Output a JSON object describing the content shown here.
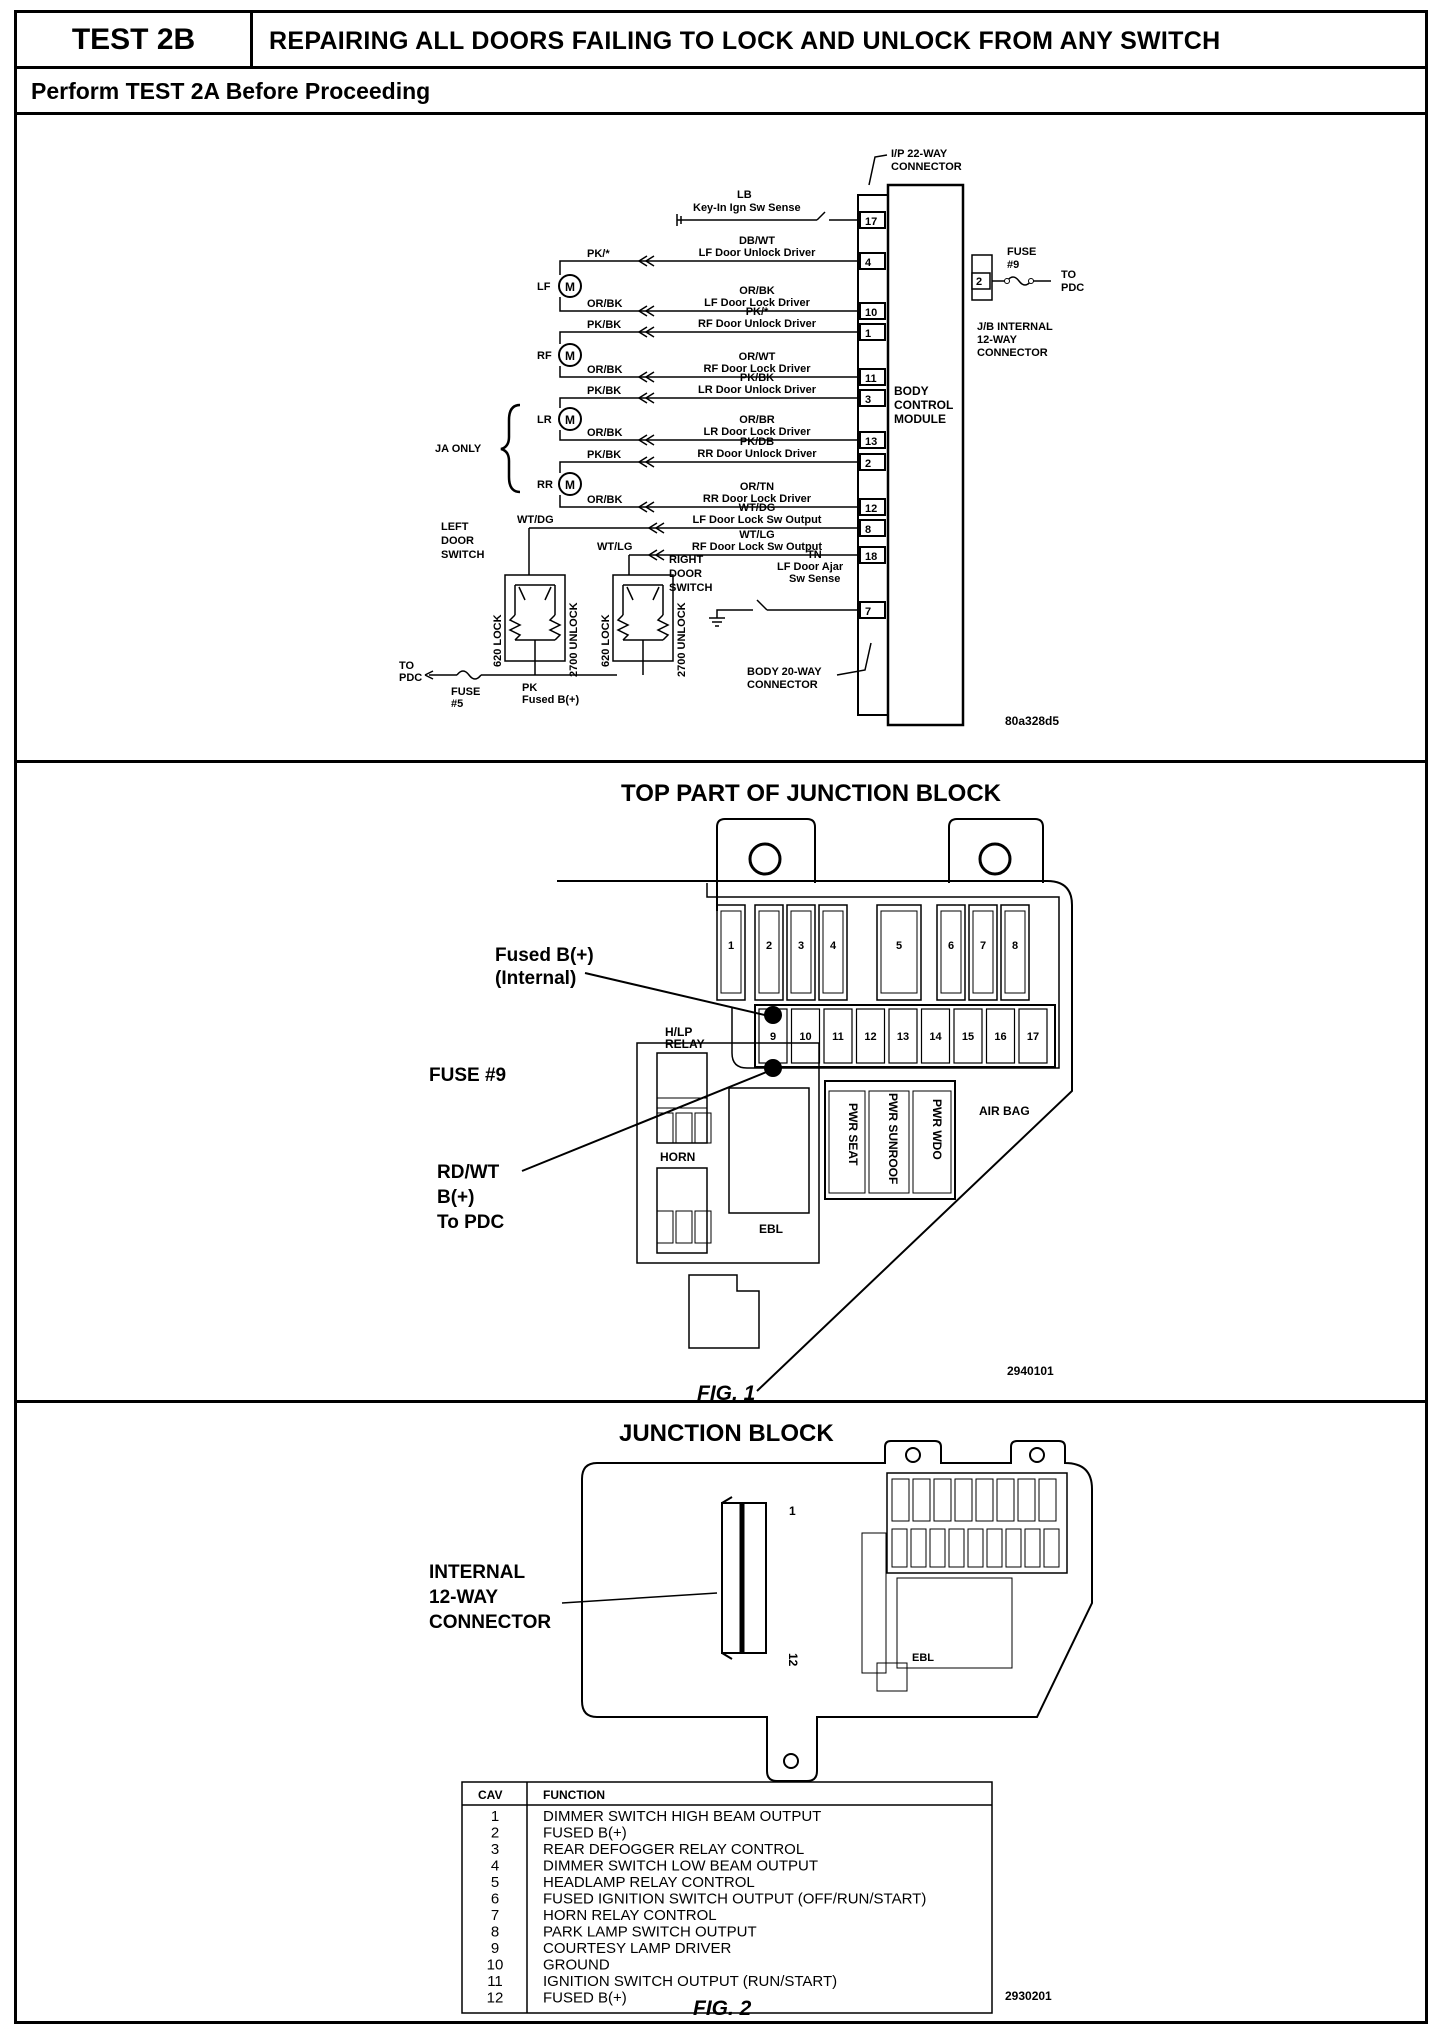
{
  "header": {
    "test_label": "TEST 2B",
    "title": "REPAIRING ALL DOORS FAILING TO LOCK AND UNLOCK FROM ANY SWITCH",
    "subtitle": "Perform TEST 2A Before Proceeding"
  },
  "schematic": {
    "ip_connector": "I/P 22-WAY\nCONNECTOR",
    "body_connector": "BODY 20-WAY\nCONNECTOR",
    "bcm_label": "BODY\nCONTROL\nMODULE",
    "jb_fuse": "FUSE\n#9",
    "jb_to_pdc": "TO\nPDC",
    "jb_internal": "J/B INTERNAL\n12-WAY\nCONNECTOR",
    "jb_pin": "2",
    "ja_only": "JA ONLY",
    "left_door_switch": "LEFT\nDOOR\nSWITCH",
    "right_door_switch": "RIGHT\nDOOR\nSWITCH",
    "sw_lock": "620 LOCK",
    "sw_unlock": "2700 UNLOCK",
    "to_pdc": "TO\nPDC",
    "fuse5": "FUSE\n#5",
    "pk_fused": "PK\nFused B(+)",
    "figure_id": "80a328d5",
    "motors": [
      "LF",
      "RF",
      "LR",
      "RR"
    ],
    "motor_symbol": "M",
    "key_in": {
      "wire": "LB",
      "label": "Key-In Ign Sw Sense",
      "pin": "17"
    },
    "door_ajar": {
      "wire": "TN",
      "label": "LF Door Ajar\nSw Sense",
      "pin": "7"
    },
    "wires": [
      {
        "left": "PK/*",
        "wire": "DB/WT",
        "label": "LF Door Unlock Driver",
        "pin": "4"
      },
      {
        "left": "OR/BK",
        "wire": "OR/BK",
        "label": "LF Door Lock Driver",
        "pin": "10"
      },
      {
        "left": "PK/BK",
        "wire": "PK/*",
        "label": "RF Door Unlock Driver",
        "pin": "1"
      },
      {
        "left": "OR/BK",
        "wire": "OR/WT",
        "label": "RF Door Lock Driver",
        "pin": "11"
      },
      {
        "left": "PK/BK",
        "wire": "PK/BK",
        "label": "LR Door Unlock Driver",
        "pin": "3"
      },
      {
        "left": "OR/BK",
        "wire": "OR/BR",
        "label": "LR Door Lock Driver",
        "pin": "13"
      },
      {
        "left": "PK/BK",
        "wire": "PK/DB",
        "label": "RR Door Unlock Driver",
        "pin": "2"
      },
      {
        "left": "OR/BK",
        "wire": "OR/TN",
        "label": "RR Door Lock Driver",
        "pin": "12"
      },
      {
        "left": "WT/DG",
        "wire": "WT/DG",
        "label": "LF Door Lock Sw Output",
        "pin": "8"
      },
      {
        "left": "WT/LG",
        "wire": "WT/LG",
        "label": "RF Door Lock Sw Output",
        "pin": "18"
      }
    ]
  },
  "fig1": {
    "title": "TOP PART OF JUNCTION BLOCK",
    "callout_fused": "Fused B(+)\n(Internal)",
    "callout_fuse9": "FUSE #9",
    "callout_rdwt": "RD/WT\nB(+)\nTo PDC",
    "fuses_top": [
      "1",
      "2",
      "3",
      "4",
      "5",
      "6",
      "7",
      "8"
    ],
    "fuses_bottom": [
      "9",
      "10",
      "11",
      "12",
      "13",
      "14",
      "15",
      "16",
      "17"
    ],
    "relay_hlp": "H/LP\nRELAY",
    "relay_horn": "HORN",
    "relay_ebl": "EBL",
    "relay_pwr_seat": "PWR SEAT",
    "relay_pwr_sunroof": "PWR SUNROOF",
    "relay_pwr_wdo": "PWR WDO",
    "air_bag": "AIR BAG",
    "figure_id": "2940101",
    "caption": "FIG. 1"
  },
  "fig2": {
    "title": "JUNCTION BLOCK",
    "callout": "INTERNAL\n12-WAY\nCONNECTOR",
    "pin_first": "1",
    "pin_last": "12",
    "ebl": "EBL",
    "table_headers": [
      "CAV",
      "FUNCTION"
    ],
    "table": [
      [
        "1",
        "DIMMER SWITCH HIGH BEAM OUTPUT"
      ],
      [
        "2",
        "FUSED B(+)"
      ],
      [
        "3",
        "REAR DEFOGGER RELAY CONTROL"
      ],
      [
        "4",
        "DIMMER SWITCH LOW BEAM OUTPUT"
      ],
      [
        "5",
        "HEADLAMP RELAY CONTROL"
      ],
      [
        "6",
        "FUSED IGNITION SWITCH OUTPUT (OFF/RUN/START)"
      ],
      [
        "7",
        "HORN RELAY CONTROL"
      ],
      [
        "8",
        "PARK LAMP SWITCH OUTPUT"
      ],
      [
        "9",
        "COURTESY LAMP DRIVER"
      ],
      [
        "10",
        "GROUND"
      ],
      [
        "11",
        "IGNITION SWITCH OUTPUT (RUN/START)"
      ],
      [
        "12",
        "FUSED B(+)"
      ]
    ],
    "figure_id": "2930201",
    "caption": "FIG. 2"
  }
}
